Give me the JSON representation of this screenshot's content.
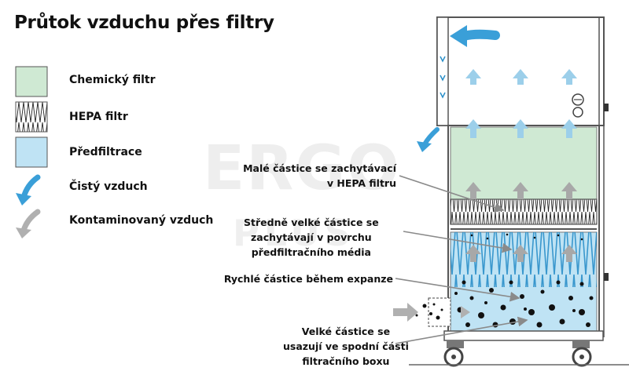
{
  "title": "Průtok vzduchu přes filtry",
  "legend": {
    "chemical": "Chemický filtr",
    "hepa": "HEPA filtr",
    "prefilter": "Předfiltrace",
    "clean_air": "Čistý vzduch",
    "contaminated_air": "Kontaminovaný vzduch"
  },
  "callouts": {
    "small_line1": "Malé částice se zachytávací",
    "small_line2": "v HEPA filtru",
    "medium_line1": "Středně velké částice se",
    "medium_line2": "zachytávají v povrchu",
    "medium_line3": "předfiltračního média",
    "fast": "Rychlé částice během expanze",
    "large_line1": "Velké částice se",
    "large_line2": "usazují ve spodní části",
    "large_line3": "filtračního boxu"
  },
  "watermark": {
    "main": "ERGO",
    "sub": "PLUS"
  },
  "colors": {
    "chemical_fill": "#cfe9d3",
    "prefilter_fill": "#bfe3f4",
    "clean_arrow": "#3a9fd8",
    "contaminated_arrow": "#b0b0b0",
    "cabinet_frame": "#555555"
  }
}
